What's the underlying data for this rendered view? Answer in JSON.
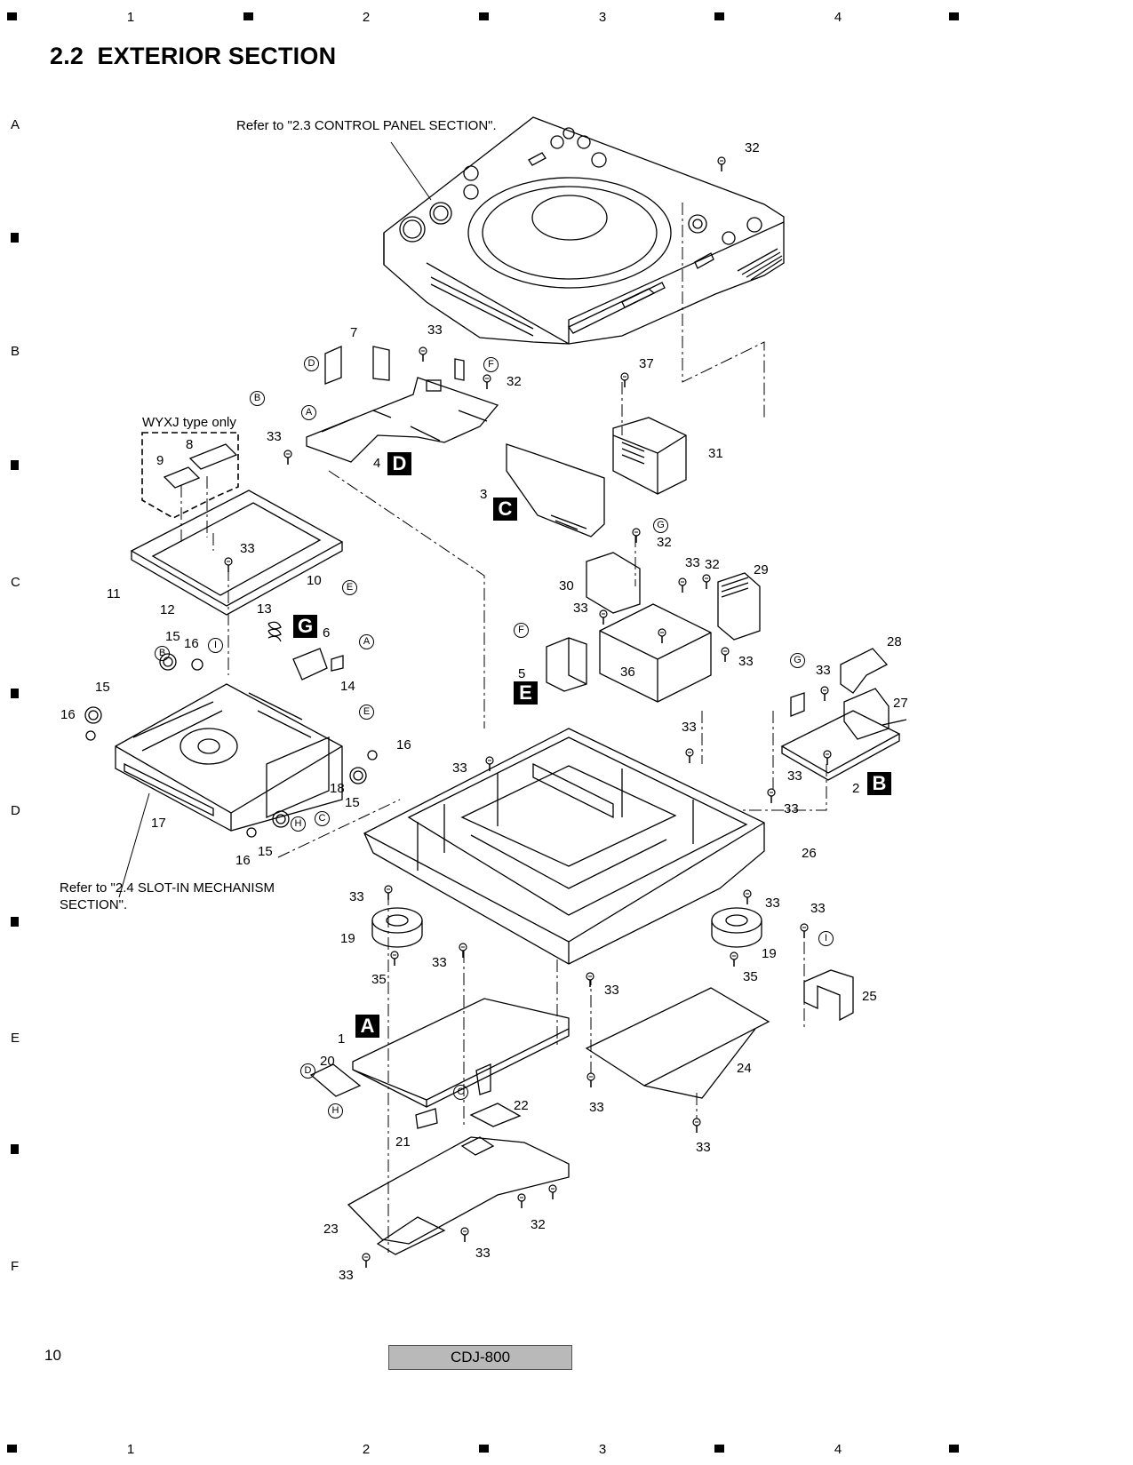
{
  "page": {
    "section_title": "2.2  EXTERIOR SECTION",
    "page_number": "10",
    "model": "CDJ-800",
    "grid_columns": [
      "1",
      "2",
      "3",
      "4"
    ],
    "grid_rows": [
      "A",
      "B",
      "C",
      "D",
      "E",
      "F"
    ]
  },
  "diagram": {
    "notes": {
      "control_panel_ref": "Refer to \"2.3 CONTROL PANEL SECTION\".",
      "slot_in_ref_line1": "Refer to \"2.4 SLOT-IN MECHANISM",
      "slot_in_ref_line2": "SECTION\".",
      "wyxj_note": "WYXJ type only"
    },
    "assembly_labels": [
      "A",
      "B",
      "C",
      "D",
      "E",
      "G"
    ],
    "connector_labels": [
      "A",
      "B",
      "C",
      "D",
      "E",
      "F",
      "G",
      "H",
      "I"
    ],
    "part_numbers": [
      "1",
      "2",
      "3",
      "4",
      "5",
      "6",
      "7",
      "8",
      "9",
      "10",
      "11",
      "12",
      "13",
      "14",
      "15",
      "16",
      "17",
      "18",
      "19",
      "20",
      "21",
      "22",
      "23",
      "24",
      "25",
      "26",
      "27",
      "28",
      "29",
      "30",
      "31",
      "32",
      "33",
      "35",
      "36",
      "37"
    ]
  }
}
